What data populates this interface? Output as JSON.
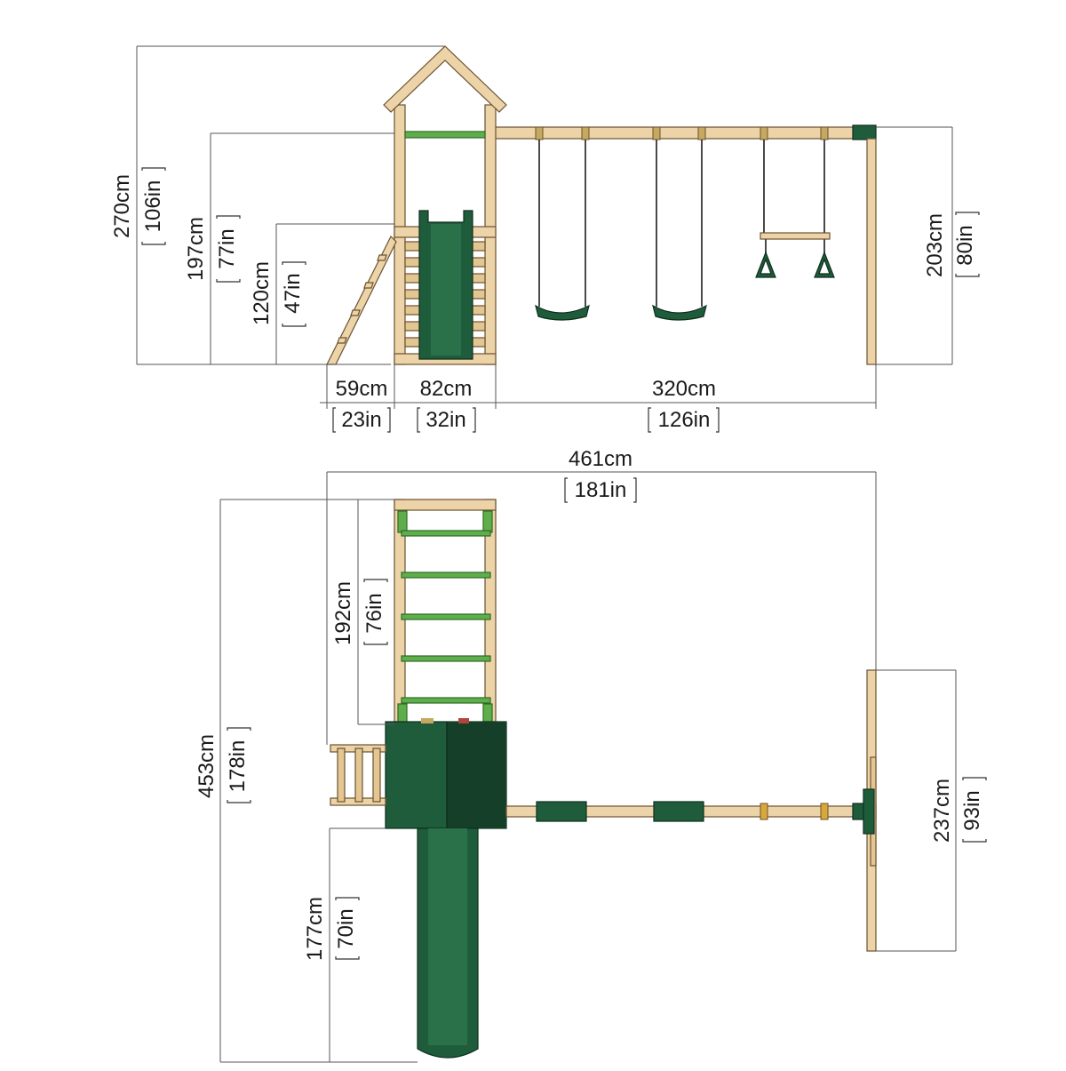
{
  "colors": {
    "wood": "#ecd3a8",
    "wood_outline": "#6b5230",
    "green_dark": "#1f5c3c",
    "green_light": "#5fae4c",
    "dimension_line": "#555555"
  },
  "side_view": {
    "total_height": {
      "cm": "270cm",
      "in": "106in"
    },
    "swing_beam_height": {
      "cm": "197cm",
      "in": "77in"
    },
    "platform_height": {
      "cm": "120cm",
      "in": "47in"
    },
    "end_leg_height": {
      "cm": "203cm",
      "in": "80in"
    },
    "ladder_width": {
      "cm": "59cm",
      "in": "23in"
    },
    "tower_width": {
      "cm": "82cm",
      "in": "32in"
    },
    "swing_beam_length": {
      "cm": "320cm",
      "in": "126in"
    }
  },
  "top_view": {
    "overall_width": {
      "cm": "461cm",
      "in": "181in"
    },
    "overall_depth": {
      "cm": "453cm",
      "in": "178in"
    },
    "monkey_bars_length": {
      "cm": "192cm",
      "in": "76in"
    },
    "slide_length": {
      "cm": "177cm",
      "in": "70in"
    },
    "aframe_width": {
      "cm": "237cm",
      "in": "93in"
    }
  }
}
